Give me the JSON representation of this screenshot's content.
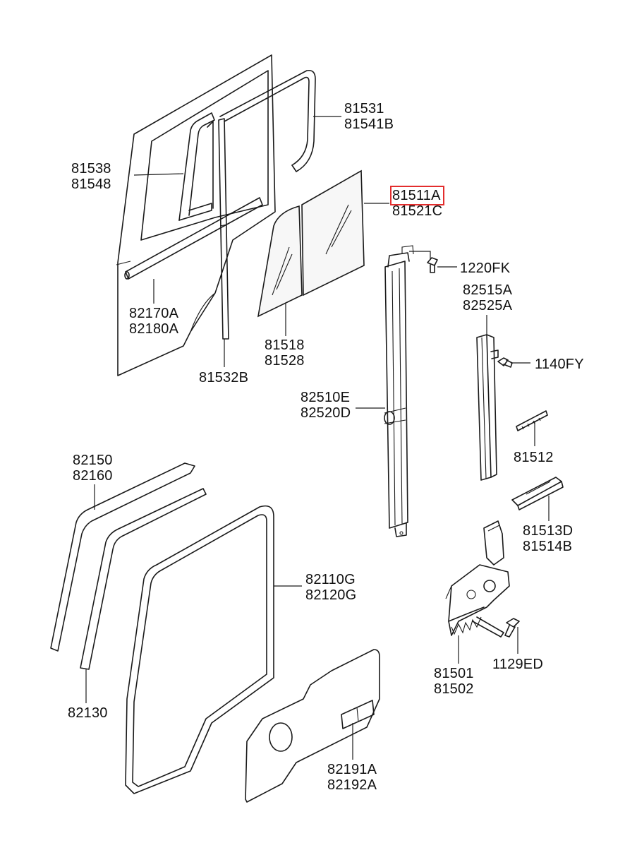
{
  "callouts": [
    {
      "id": "c1",
      "lines": [
        "81531",
        "81541B"
      ],
      "highlighted": false
    },
    {
      "id": "c2",
      "lines": [
        "81538",
        "81548"
      ],
      "highlighted": false
    },
    {
      "id": "c3",
      "lines": [
        "81511A",
        "81521C"
      ],
      "highlighted": true
    },
    {
      "id": "c4",
      "lines": [
        "1220FK"
      ],
      "highlighted": false
    },
    {
      "id": "c5",
      "lines": [
        "82515A",
        "82525A"
      ],
      "highlighted": false
    },
    {
      "id": "c6",
      "lines": [
        "82170A",
        "82180A"
      ],
      "highlighted": false
    },
    {
      "id": "c7",
      "lines": [
        "81518",
        "81528"
      ],
      "highlighted": false
    },
    {
      "id": "c8",
      "lines": [
        "81532B"
      ],
      "highlighted": false
    },
    {
      "id": "c9",
      "lines": [
        "1140FY"
      ],
      "highlighted": false
    },
    {
      "id": "c10",
      "lines": [
        "82510E",
        "82520D"
      ],
      "highlighted": false
    },
    {
      "id": "c11",
      "lines": [
        "81512"
      ],
      "highlighted": false
    },
    {
      "id": "c12",
      "lines": [
        "82150",
        "82160"
      ],
      "highlighted": false
    },
    {
      "id": "c13",
      "lines": [
        "81513D",
        "81514B"
      ],
      "highlighted": false
    },
    {
      "id": "c14",
      "lines": [
        "82110G",
        "82120G"
      ],
      "highlighted": false
    },
    {
      "id": "c15",
      "lines": [
        "81501",
        "81502"
      ],
      "highlighted": false
    },
    {
      "id": "c16",
      "lines": [
        "1129ED"
      ],
      "highlighted": false
    },
    {
      "id": "c17",
      "lines": [
        "82130"
      ],
      "highlighted": false
    },
    {
      "id": "c18",
      "lines": [
        "82191A",
        "82192A"
      ],
      "highlighted": false
    }
  ],
  "colors": {
    "highlight": "#e32d2d",
    "line": "#1a1a1a",
    "background": "#ffffff"
  }
}
